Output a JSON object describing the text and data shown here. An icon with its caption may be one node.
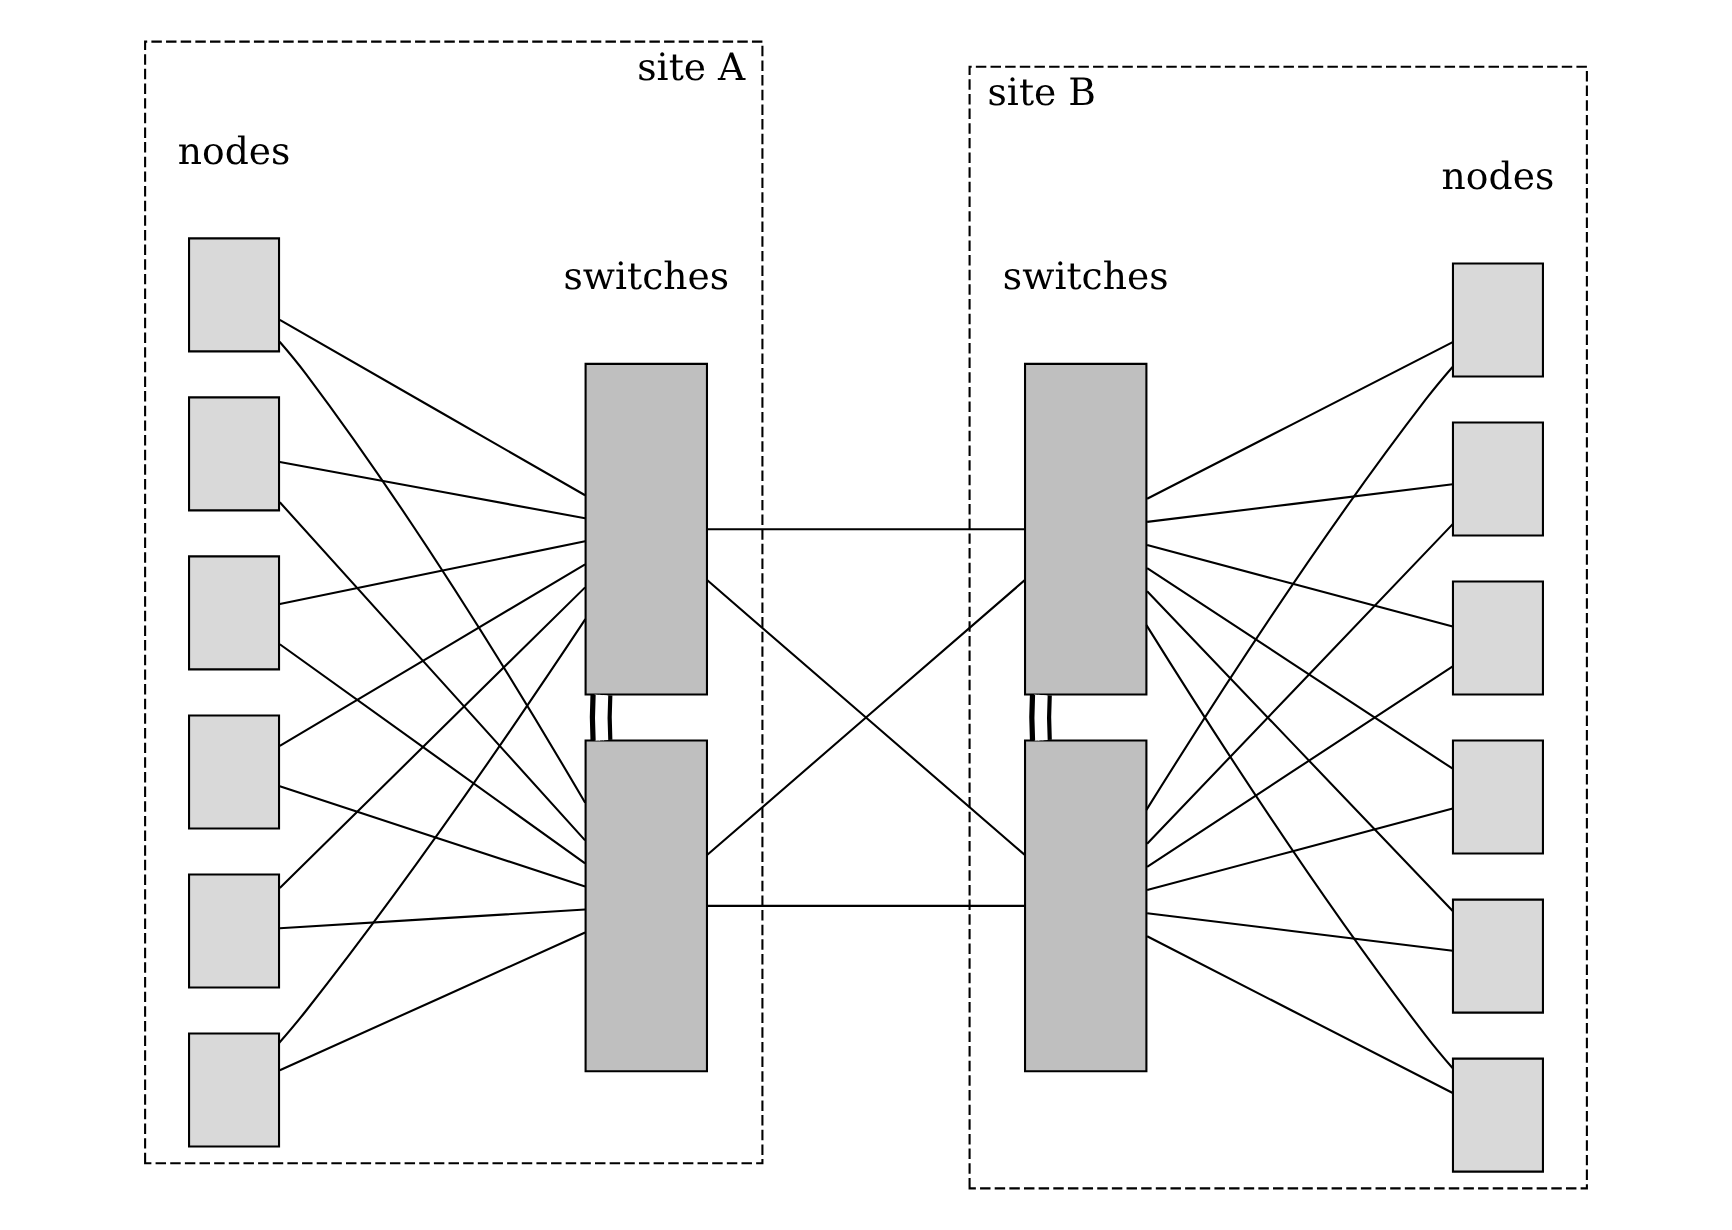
{
  "diagram": {
    "nodes": [
      {
        "text": [
          "site A"
        ]
      },
      {
        "text": [
          "site B"
        ]
      },
      {
        "text": [],
        "shape": "box",
        "in": 0
      },
      {
        "text": [],
        "shape": "box",
        "in": 0
      },
      {
        "text": [],
        "shape": "box",
        "in": 0
      },
      {
        "text": [],
        "shape": "box",
        "in": 0
      },
      {
        "text": [],
        "shape": "box",
        "in": 0
      },
      {
        "text": [],
        "shape": "box",
        "in": 0
      },
      {
        "text": [],
        "shape": "box",
        "in": 0
      },
      {
        "text": [],
        "shape": "box",
        "in": 0
      },
      {
        "text": [],
        "shape": "box",
        "in": 1
      },
      {
        "text": [],
        "shape": "box",
        "in": 1
      },
      {
        "text": [],
        "shape": "box",
        "in": 1
      },
      {
        "text": [],
        "shape": "box",
        "in": 1
      },
      {
        "text": [],
        "shape": "box",
        "in": 1
      },
      {
        "text": [],
        "shape": "box",
        "in": 1
      },
      {
        "text": [],
        "shape": "box",
        "in": 1
      },
      {
        "text": [],
        "shape": "box",
        "in": 1
      }
    ],
    "edges": [
      {
        "from": 2,
        "to": 8,
        "arrow": "none"
      },
      {
        "from": 2,
        "to": 9,
        "arrow": "none"
      },
      {
        "from": 3,
        "to": 8,
        "arrow": "none"
      },
      {
        "from": 3,
        "to": 9,
        "arrow": "none"
      },
      {
        "from": 4,
        "to": 8,
        "arrow": "none"
      },
      {
        "from": 4,
        "to": 9,
        "arrow": "none"
      },
      {
        "from": 5,
        "to": 8,
        "arrow": "none"
      },
      {
        "from": 5,
        "to": 9,
        "arrow": "none"
      },
      {
        "from": 6,
        "to": 8,
        "arrow": "none"
      },
      {
        "from": 6,
        "to": 9,
        "arrow": "none"
      },
      {
        "from": 7,
        "to": 8,
        "arrow": "none"
      },
      {
        "from": 7,
        "to": 9,
        "arrow": "none"
      },
      {
        "from": 8,
        "to": 9,
        "arrow": "none",
        "style": "thick"
      },
      {
        "from": 8,
        "to": 10,
        "arrow": "none"
      },
      {
        "from": 8,
        "to": 11,
        "arrow": "none"
      },
      {
        "from": 9,
        "to": 10,
        "arrow": "none"
      },
      {
        "from": 9,
        "to": 11,
        "arrow": "none"
      },
      {
        "from": 10,
        "to": 11,
        "arrow": "none",
        "style": "thick"
      },
      {
        "from": 10,
        "to": 12,
        "arrow": "none"
      },
      {
        "from": 11,
        "to": 12,
        "arrow": "none"
      },
      {
        "from": 10,
        "to": 13,
        "arrow": "none"
      },
      {
        "from": 11,
        "to": 13,
        "arrow": "none"
      },
      {
        "from": 10,
        "to": 14,
        "arrow": "none"
      },
      {
        "from": 11,
        "to": 14,
        "arrow": "none"
      },
      {
        "from": 10,
        "to": 15,
        "arrow": "none"
      },
      {
        "from": 11,
        "to": 15,
        "arrow": "none"
      },
      {
        "from": 10,
        "to": 16,
        "arrow": "none"
      },
      {
        "from": 11,
        "to": 16,
        "arrow": "none"
      },
      {
        "from": 10,
        "to": 17,
        "arrow": "none"
      },
      {
        "from": 11,
        "to": 17,
        "arrow": "none"
      }
    ],
    "labels": [
      "nodes",
      "switches",
      "switches",
      "nodes"
    ]
  }
}
